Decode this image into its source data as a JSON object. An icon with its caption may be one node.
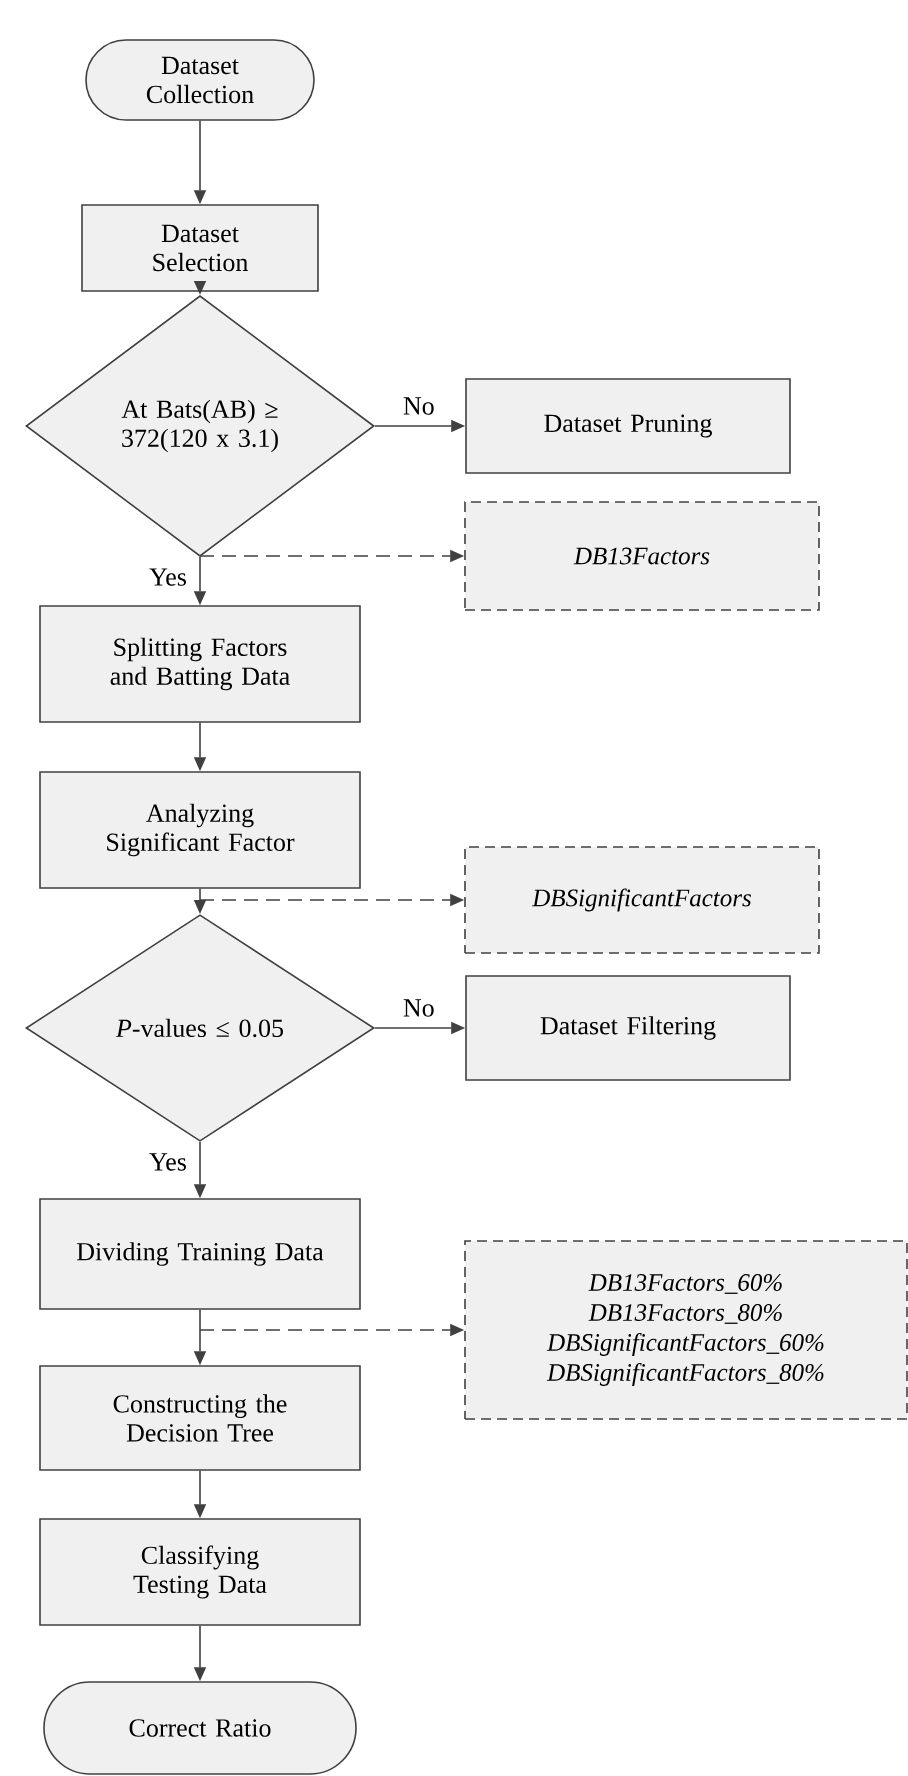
{
  "diagram": {
    "nodes": [
      {
        "text": [
          "Dataset Collection"
        ]
      },
      {
        "text": [
          "Dataset Selection"
        ]
      },
      {
        "text": [
          "At Bats(AB) ≥ 372(120 x 3.1)"
        ]
      },
      {
        "text": [
          "Dataset Pruning"
        ]
      },
      {
        "text": [
          "DB13Factors"
        ]
      },
      {
        "text": [
          "Splitting Factors and Batting Data"
        ]
      },
      {
        "text": [
          "Analyzing Significant Factor"
        ]
      },
      {
        "text": [
          "DBSignificantFactors"
        ]
      },
      {
        "text": [
          "*P*-values ≤ 0.05"
        ]
      },
      {
        "text": [
          "Dataset Filtering"
        ]
      },
      {
        "text": [
          "Dividing Training Data"
        ]
      },
      {
        "text": [
          "DB13Factors_60%",
          "DB13Factors_80%",
          "DBSignificantFactors_60%",
          "DBSignificantFactors_80%"
        ]
      },
      {
        "text": [
          "Constructing the Decision Tree"
        ]
      },
      {
        "text": [
          "Classifying Testing Data"
        ]
      },
      {
        "text": [
          "Correct Ratio"
        ]
      }
    ],
    "edges": [
      {
        "from": 0,
        "to": 1,
        "arrow": "to"
      },
      {
        "from": 1,
        "to": 2,
        "arrow": "to"
      },
      {
        "from": 2,
        "to": 3,
        "arrow": "to",
        "label": "No"
      },
      {
        "from": 2,
        "to": 5,
        "arrow": "to",
        "label": "Yes"
      },
      {
        "from": 2,
        "to": 4,
        "arrow": "to",
        "style": "dashed"
      },
      {
        "from": 5,
        "to": 6,
        "arrow": "to"
      },
      {
        "from": 6,
        "to": 8,
        "arrow": "to"
      },
      {
        "from": 6,
        "to": 7,
        "arrow": "to",
        "style": "dashed"
      },
      {
        "from": 8,
        "to": 9,
        "arrow": "to",
        "label": "No"
      },
      {
        "from": 8,
        "to": 10,
        "arrow": "to",
        "label": "Yes"
      },
      {
        "from": 10,
        "to": 11,
        "arrow": "to",
        "style": "dashed"
      },
      {
        "from": 10,
        "to": 12,
        "arrow": "to"
      },
      {
        "from": 12,
        "to": 13,
        "arrow": "to"
      },
      {
        "from": 13,
        "to": 14,
        "arrow": "to"
      }
    ]
  }
}
